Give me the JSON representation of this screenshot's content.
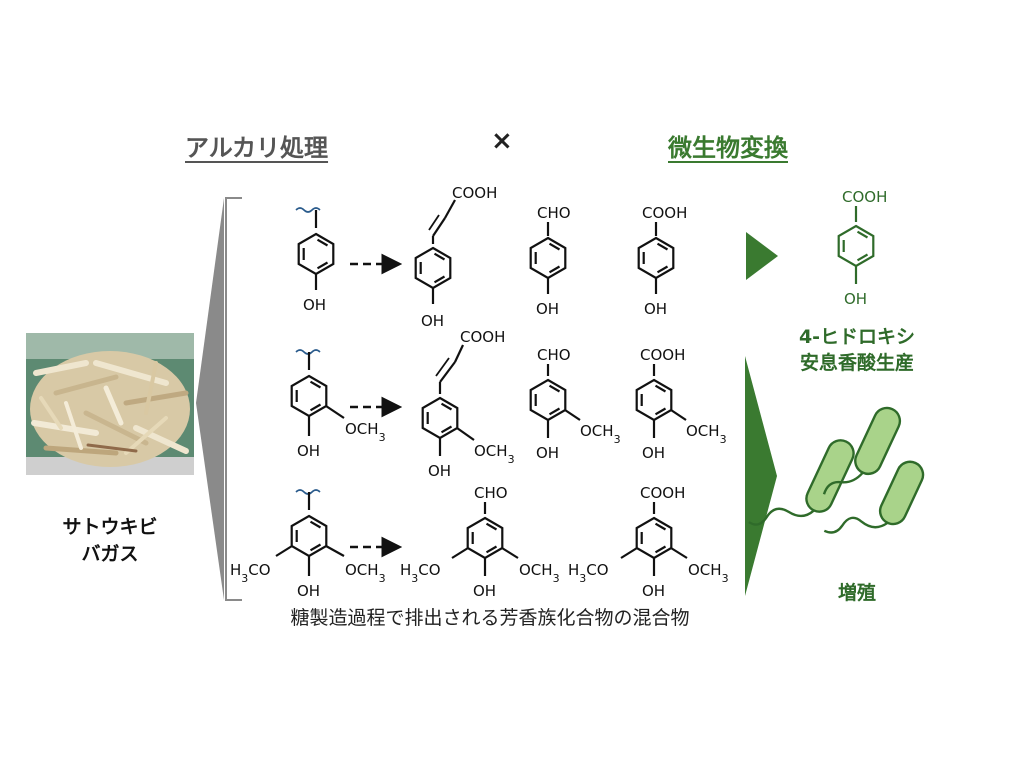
{
  "header": {
    "left": "アルカリ処理",
    "times": "×",
    "right": "微生物変換"
  },
  "bagasse": {
    "label_line1": "サトウキビ",
    "label_line2": "バガス"
  },
  "caption": "糖製造過程で排出される芳香族化合物の混合物",
  "product": {
    "label_line1": "4-ヒドロキシ",
    "label_line2": "安息香酸生産"
  },
  "growth_label": "増殖",
  "chem_labels": {
    "oh": "OH",
    "cooh": "COOH",
    "cho": "CHO",
    "och3": "OCH",
    "h3co_h": "H",
    "h3co_rest": "CO",
    "sub3": "3"
  },
  "colors": {
    "brand_green": "#3a7a30",
    "arrow_green": "#2f6b2a",
    "bacteria_fill": "#a9d38a",
    "bracket_gray": "#8a8a8a",
    "header_gray": "#555555"
  }
}
